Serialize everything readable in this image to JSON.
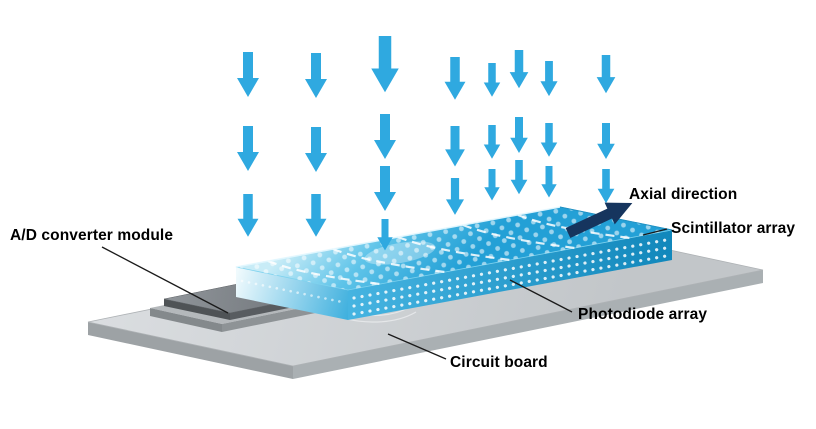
{
  "diagram": {
    "labels": {
      "ad_converter": "A/D converter module",
      "axial_direction": "Axial direction",
      "scintillator": "Scintillator array",
      "photodiode": "Photodiode array",
      "circuit_board": "Circuit board"
    },
    "colors": {
      "xray_arrow": "#2fa9e0",
      "axial_arrow": "#16355e",
      "scintillator_cyan": "#2ea6dc",
      "board_gray": "#ced2d4",
      "module_gray": "#7a7f83",
      "label_text": "#000000",
      "background": "#ffffff"
    }
  }
}
